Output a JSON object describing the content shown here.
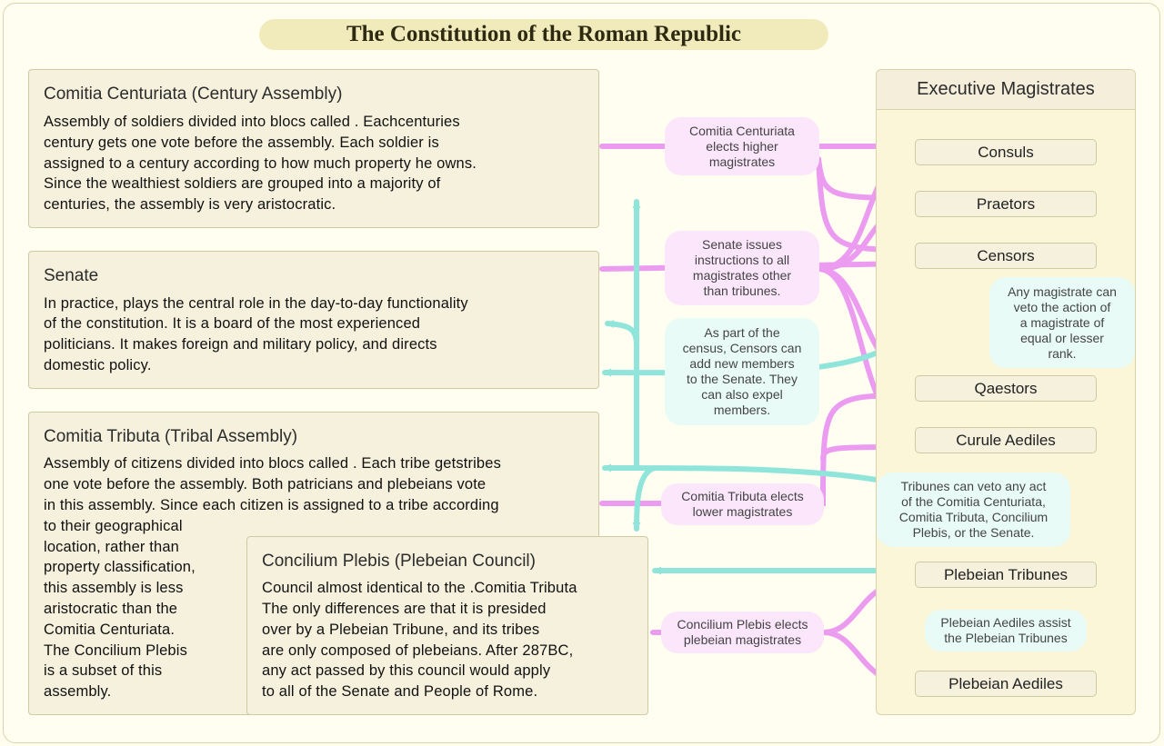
{
  "title": "The Constitution of the Roman Republic",
  "colors": {
    "pink": "#ec9cf0",
    "cyan": "#8fe5da"
  },
  "boxes": {
    "centuriata": {
      "title": "Comitia Centuriata (Century Assembly)",
      "lines": [
        "Assembly of soldiers divided into blocs called .  Eachcenturies",
        "century gets one vote before the assembly.  Each soldier is",
        "assigned to a century according to how much property he owns.",
        "Since the wealthiest soldiers are grouped into a majority of",
        "centuries, the assembly is very aristocratic."
      ]
    },
    "senate": {
      "title": "Senate",
      "lines": [
        "In practice, plays the central role in the day-to-day functionality",
        "of the constitution.  It is a board of the most experienced",
        "politicians.  It makes foreign and military policy, and directs",
        "domestic policy."
      ]
    },
    "tributa": {
      "title": "Comitia Tributa (Tribal Assembly)",
      "lines": [
        "Assembly of citizens divided into blocs called .  Each tribe getstribes",
        "one vote before the assembly.  Both patricians and plebeians vote",
        "in this assembly.  Since each citizen is assigned to a tribe according",
        "to their geographical",
        "location, rather than",
        "property classification,",
        "this assembly is less",
        "aristocratic than the",
        "Comitia Centuriata.",
        "The Concilium Plebis",
        "is a subset of this",
        "assembly."
      ]
    },
    "plebis": {
      "title": "Concilium Plebis (Plebeian Council)",
      "lines": [
        "Council almost identical to the .Comitia Tributa",
        "The only differences are that it is presided",
        "over by a Plebeian Tribune, and its tribes",
        "are only composed of plebeians.  After 287BC,",
        "any act passed by this council would apply",
        "to all of the Senate and People of Rome."
      ]
    }
  },
  "executive": {
    "title": "Executive Magistrates",
    "magistrates": {
      "consuls": "Consuls",
      "praetors": "Praetors",
      "censors": "Censors",
      "qaestors": "Qaestors",
      "aediles": "Curule Aediles",
      "tribunes": "Plebeian Tribunes",
      "pleb_aediles": "Plebeian Aediles"
    }
  },
  "notes": {
    "centuriata_elects": [
      "Comitia Centuriata",
      "elects higher",
      "magistrates"
    ],
    "senate_instructs": [
      "Senate issues",
      "instructions to all",
      "magistrates other",
      "than tribunes."
    ],
    "censors_senate": [
      "As part of the",
      "census, Censors can",
      "add new members",
      "to the Senate.  They",
      "can also expel",
      "members."
    ],
    "veto": [
      "Any magistrate can",
      "veto the action of",
      "a magistrate of",
      "equal or lesser",
      "rank."
    ],
    "tributa_elects": [
      "Comitia Tributa elects",
      "lower magistrates"
    ],
    "tribunes_veto": [
      "Tribunes can veto any act",
      "of the Comitia Centuriata,",
      "Comitia Tributa, Concilium",
      "Plebis, or the Senate."
    ],
    "plebis_elects": [
      "Concilium Plebis elects",
      "plebeian magistrates"
    ],
    "aediles_assist": [
      "Plebeian Aediles assist",
      "the Plebeian Tribunes"
    ]
  }
}
